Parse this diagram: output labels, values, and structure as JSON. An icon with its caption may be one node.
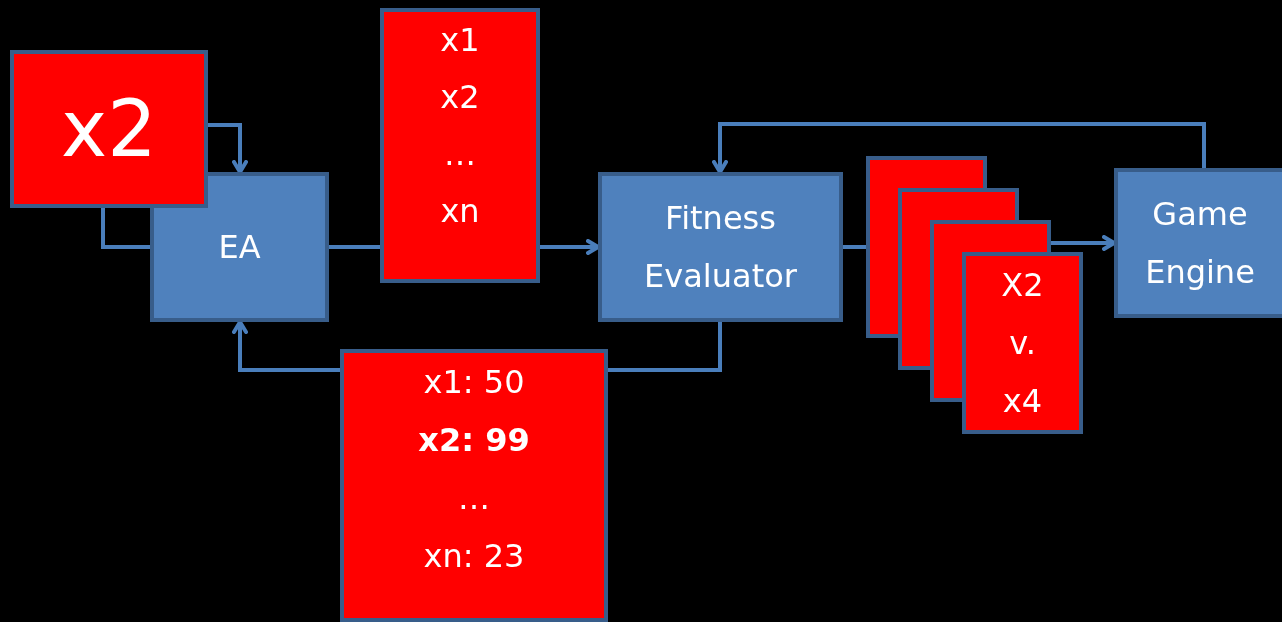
{
  "diagram": {
    "nodes": [
      {
        "text": [
          "x2"
        ]
      },
      {
        "text": [
          "EA"
        ]
      },
      {
        "text": [
          "x1",
          "x2",
          "…",
          "xn"
        ]
      },
      {
        "text": [
          "Fitness Evaluator"
        ]
      },
      {
        "text": [],
        "shape": "box"
      },
      {
        "text": [],
        "shape": "box"
      },
      {
        "text": [],
        "shape": "box"
      },
      {
        "text": [
          "X2 v. x4"
        ]
      },
      {
        "text": [
          "Game Engine"
        ]
      },
      {
        "text": [
          "x1: 50",
          "x2: 99",
          "…",
          "xn: 23"
        ]
      }
    ],
    "edges": [
      {
        "from": 0,
        "to": 1,
        "arrow": "to"
      },
      {
        "from": 1,
        "to": 0,
        "arrow": "none"
      },
      {
        "from": 1,
        "to": 2,
        "arrow": "none"
      },
      {
        "from": 2,
        "to": 3,
        "arrow": "to"
      },
      {
        "from": 3,
        "to": 9,
        "arrow": "none"
      },
      {
        "from": 9,
        "to": 1,
        "arrow": "to"
      },
      {
        "from": 3,
        "to": 4,
        "arrow": "none"
      },
      {
        "from": 6,
        "to": 8,
        "arrow": "to"
      },
      {
        "from": 8,
        "to": 3,
        "arrow": "to"
      }
    ]
  }
}
